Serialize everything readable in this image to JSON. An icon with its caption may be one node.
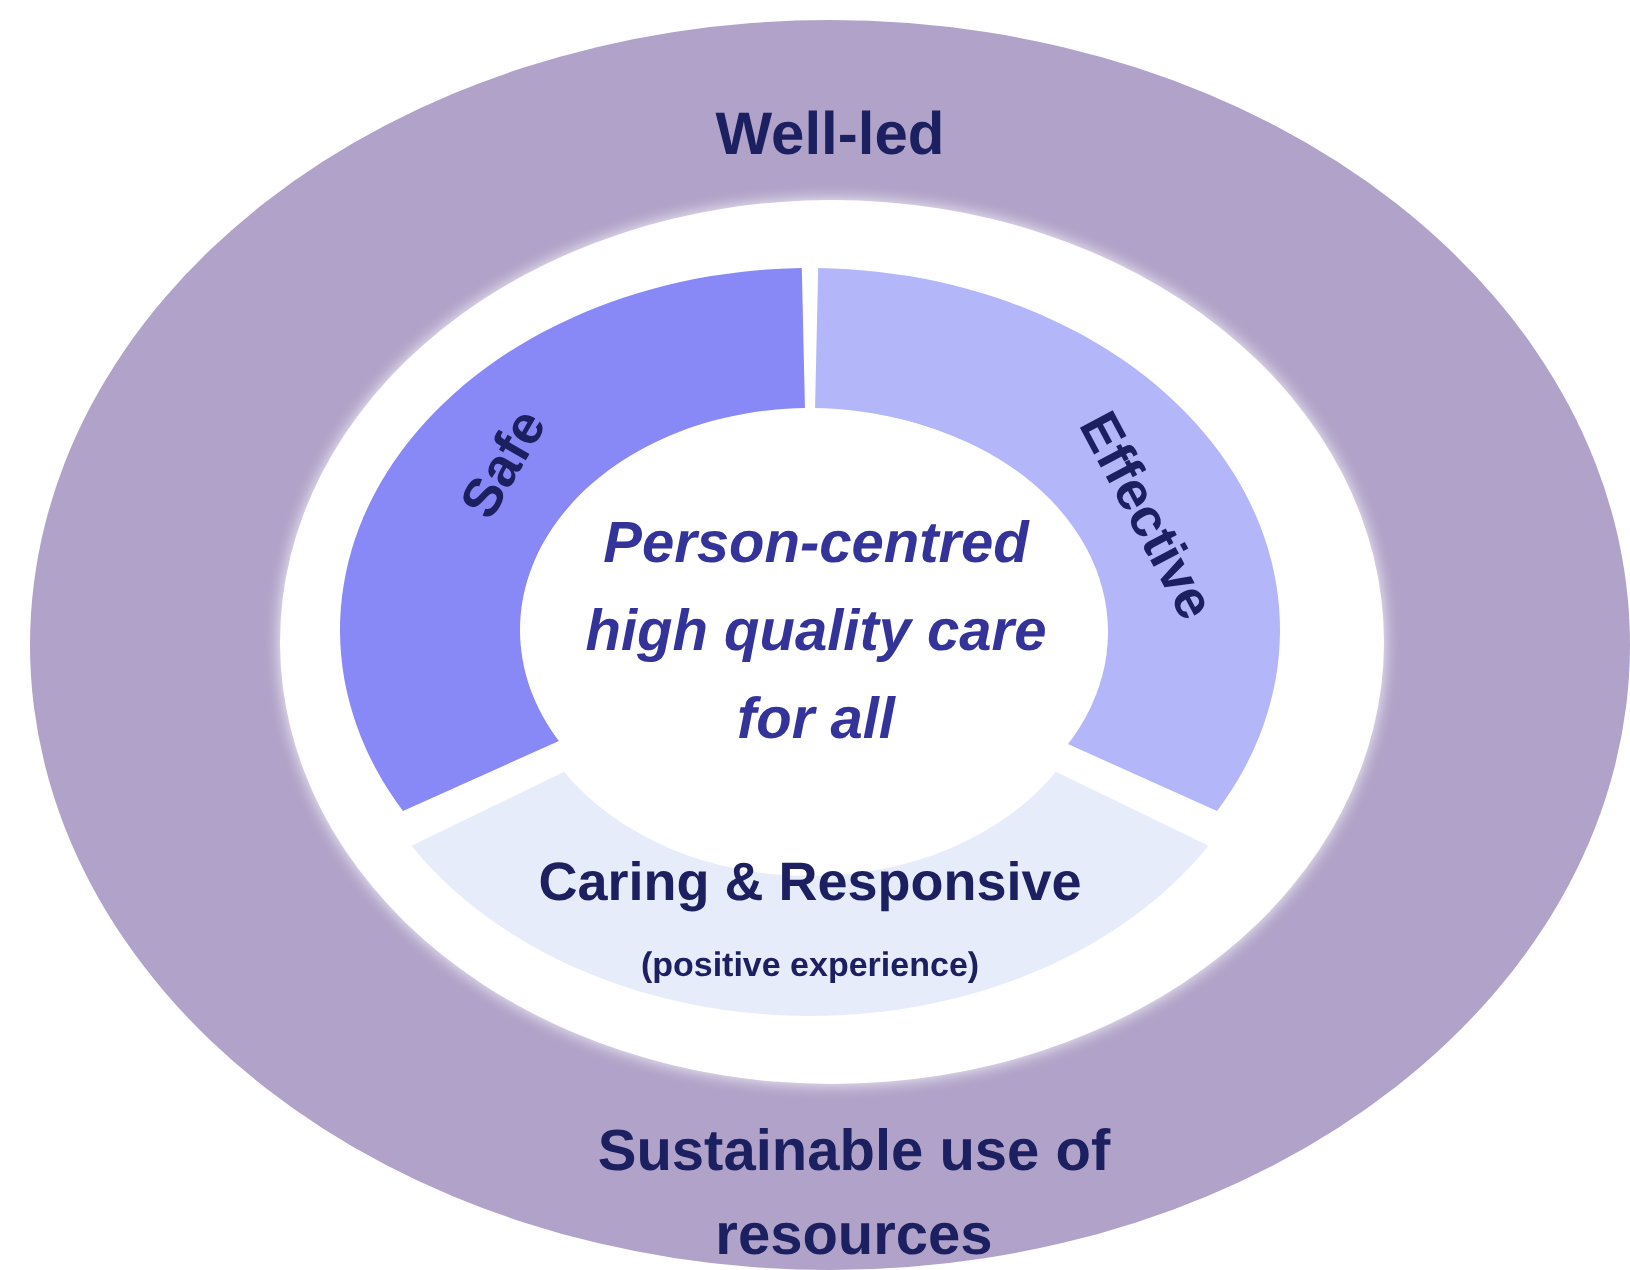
{
  "diagram": {
    "nodes": [
      {
        "text": [
          "Well-led",
          "Sustainable use of resources"
        ]
      },
      {
        "text": [
          "Safe"
        ],
        "in": 0
      },
      {
        "text": [
          "Effective"
        ],
        "in": 0
      },
      {
        "text": [
          "Caring & Responsive",
          "(positive experience)"
        ],
        "in": 0
      },
      {
        "text": [
          "Person-centred high quality care for all"
        ],
        "in": 0
      }
    ]
  }
}
